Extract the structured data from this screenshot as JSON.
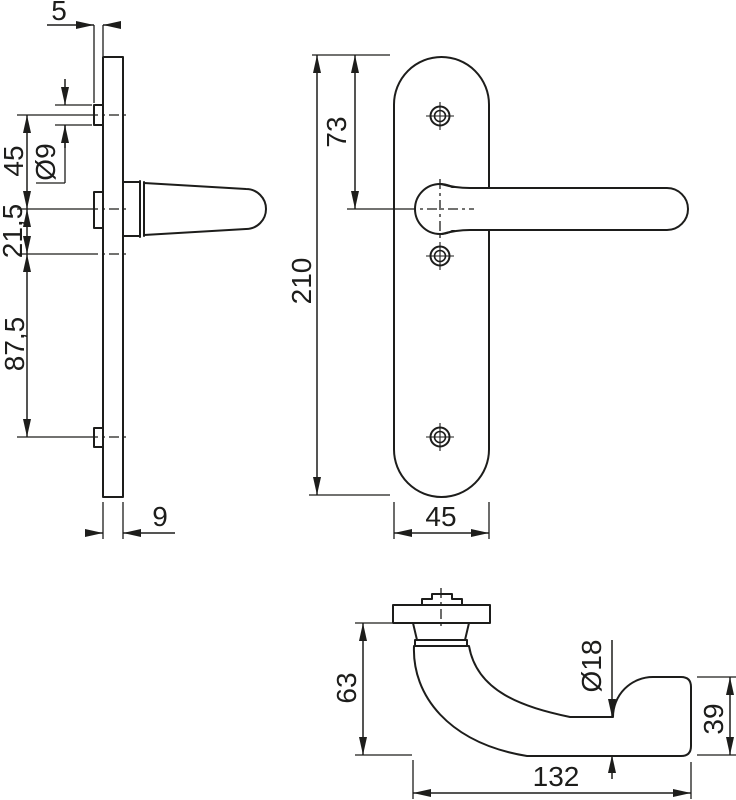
{
  "colors": {
    "background": "#ffffff",
    "line": "#1d1d1b"
  },
  "dimensions": {
    "side_view": {
      "boss_protrusion": "5",
      "top_screw_to_handle": "45",
      "boss_diameter": "Ø9",
      "handle_to_mid_screw": "21,5",
      "mid_to_bottom_screw": "87,5",
      "plate_thickness": "9"
    },
    "front_view": {
      "top_to_handle_center": "73",
      "plate_height": "210",
      "plate_width": "45"
    },
    "top_view": {
      "handle_projection": "63",
      "grip_diameter": "Ø18",
      "return_clearance": "39",
      "handle_length": "132"
    }
  }
}
